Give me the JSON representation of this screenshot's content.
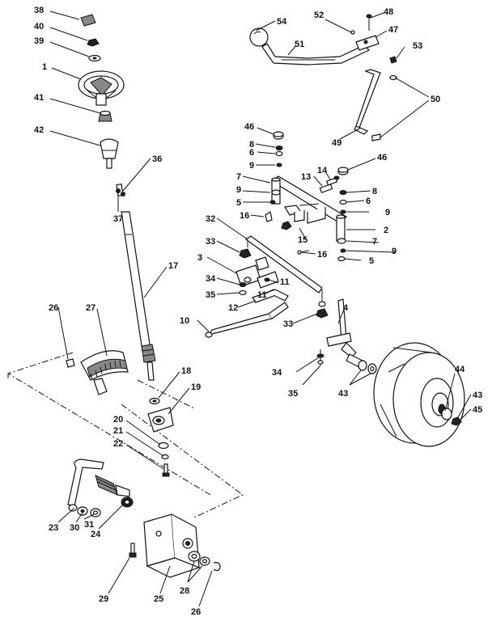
{
  "diagram": {
    "part_numbers": [
      "1",
      "2",
      "3",
      "4",
      "5",
      "6",
      "7",
      "8",
      "9",
      "10",
      "11",
      "12",
      "13",
      "14",
      "15",
      "16",
      "17",
      "18",
      "19",
      "20",
      "21",
      "22",
      "23",
      "24",
      "25",
      "26",
      "27",
      "28",
      "29",
      "30",
      "31",
      "32",
      "33",
      "34",
      "35",
      "36",
      "37",
      "38",
      "39",
      "40",
      "41",
      "42",
      "43",
      "44",
      "45",
      "46",
      "47",
      "48",
      "49",
      "50",
      "51",
      "52",
      "53",
      "54"
    ]
  }
}
